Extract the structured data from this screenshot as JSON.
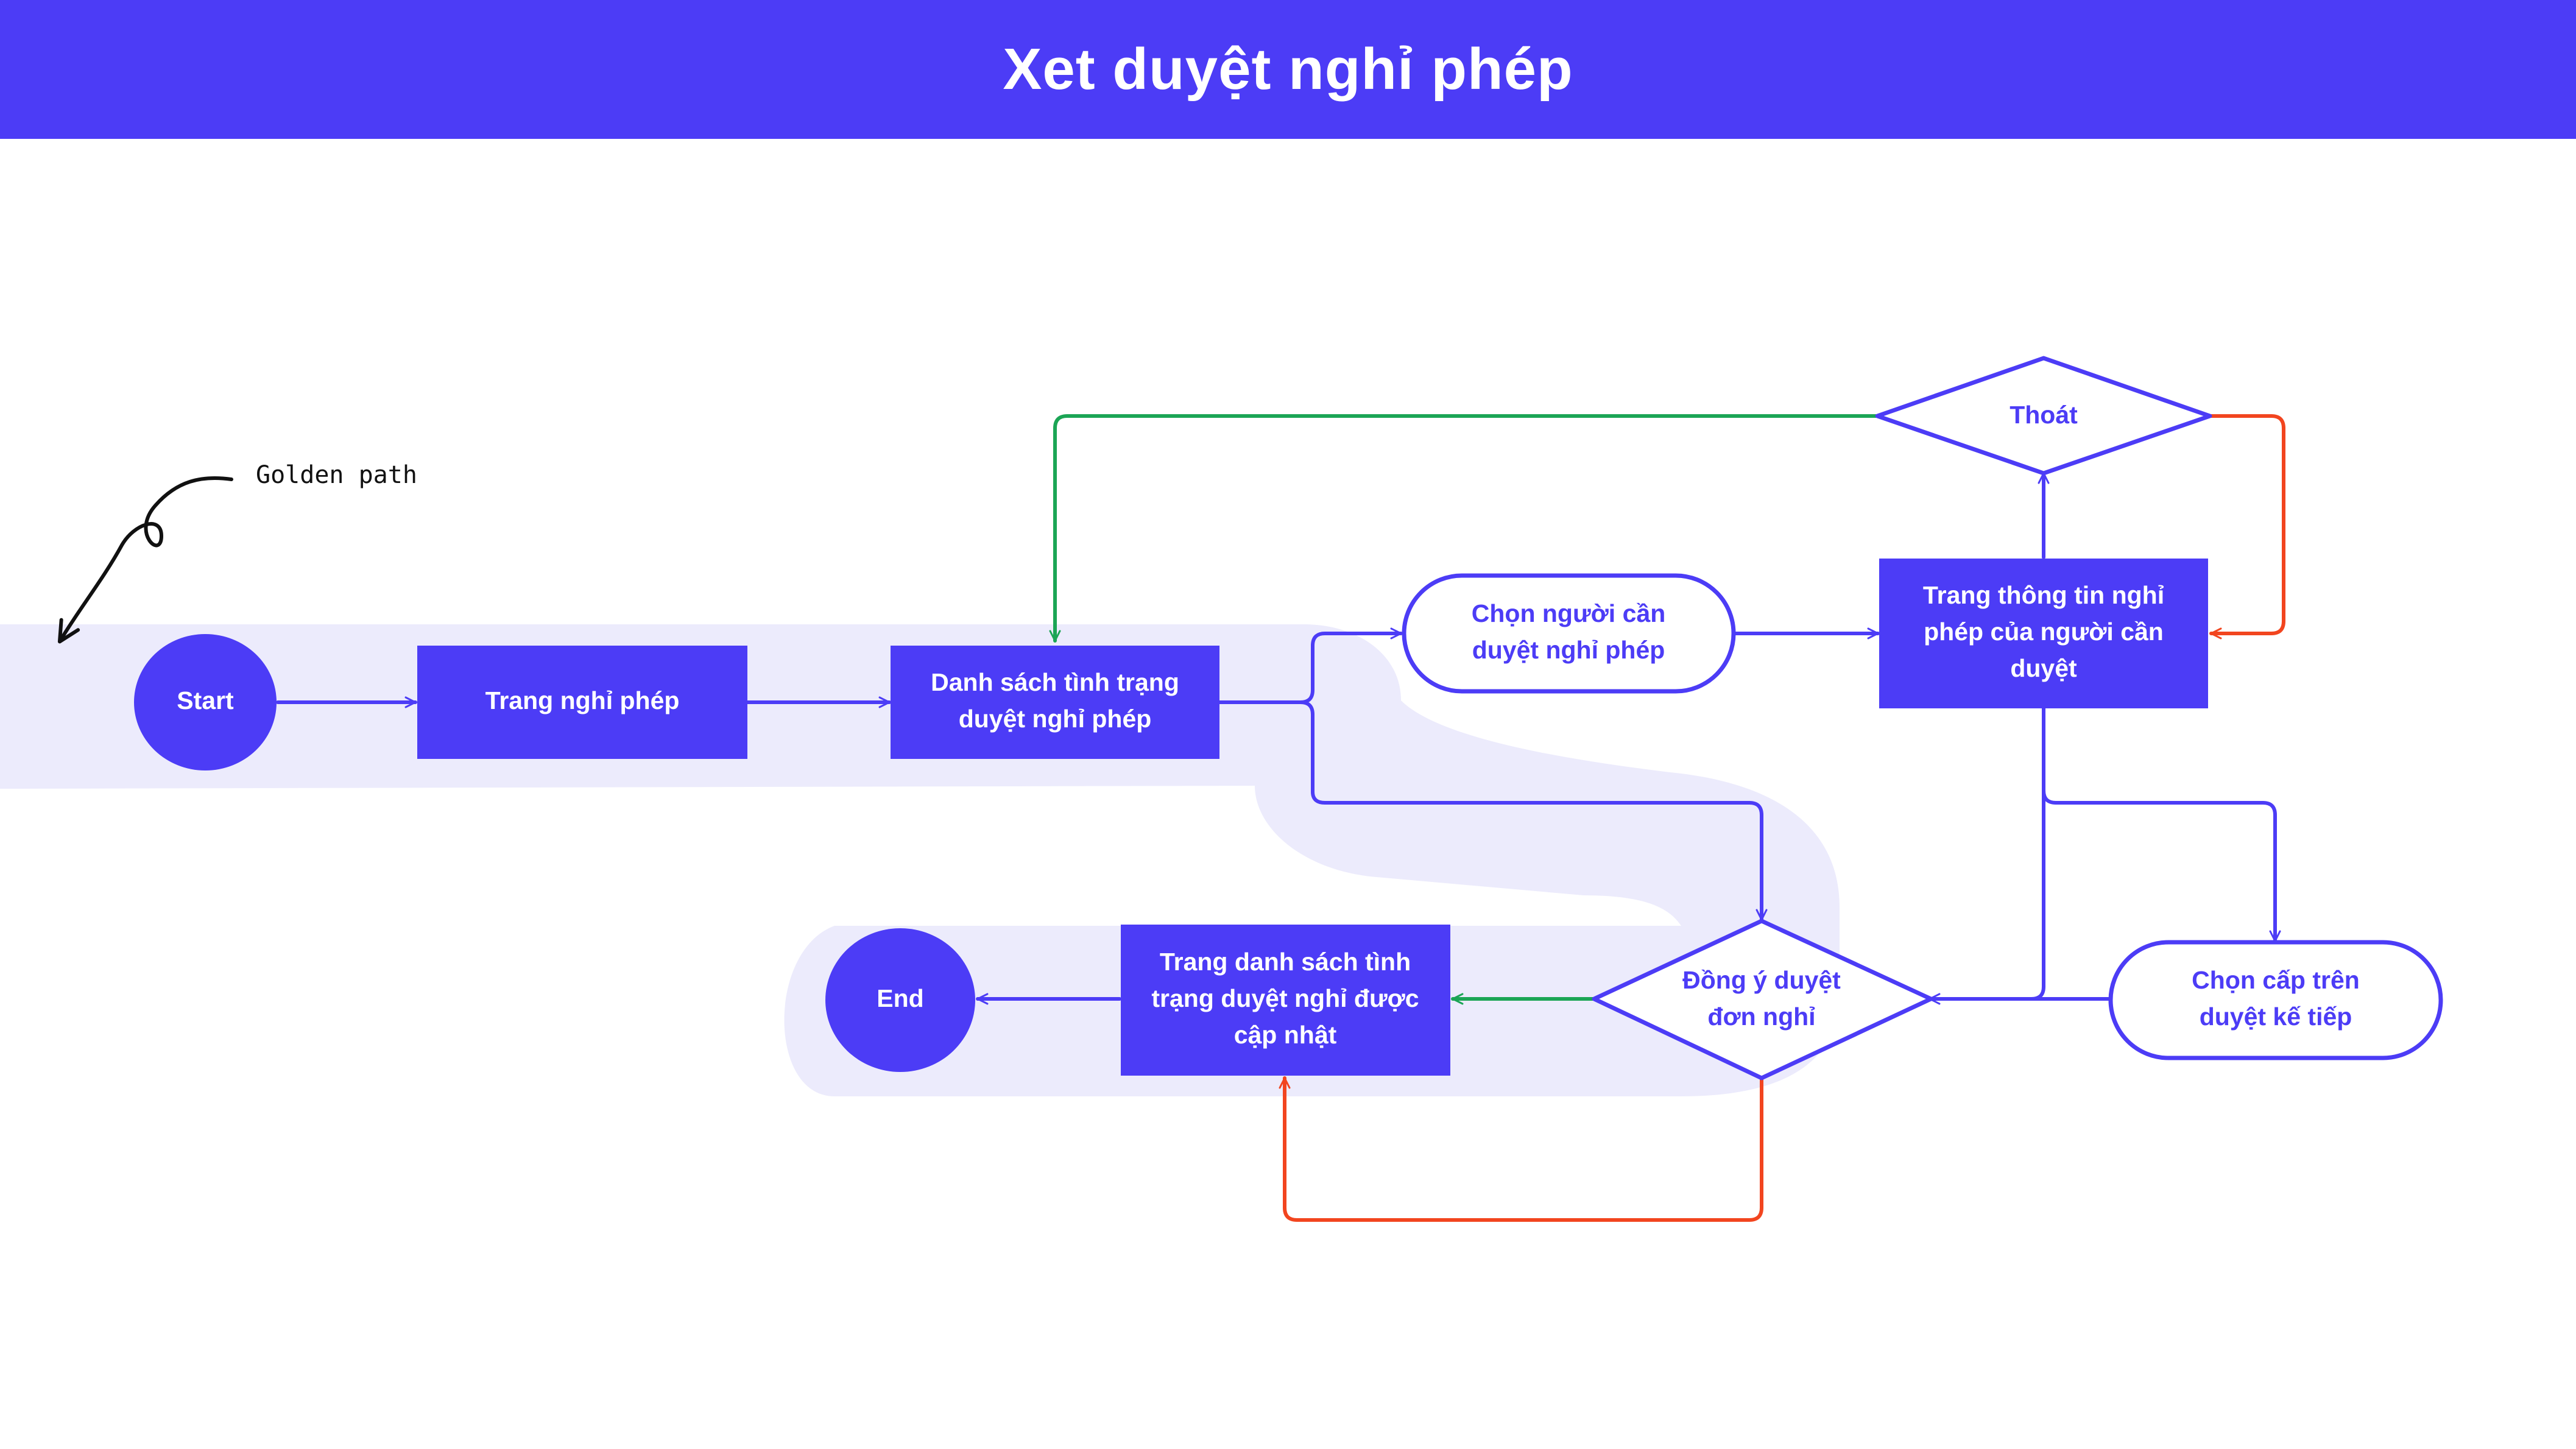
{
  "title": "Xet duyệt nghỉ phép",
  "annotation": "Golden path",
  "nodes": {
    "start": "Start",
    "trang_nghi_phep": "Trang nghỉ phép",
    "danh_sach": [
      "Danh sách tình trạng",
      "duyệt nghỉ phép"
    ],
    "chon_nguoi": [
      "Chọn người cần",
      "duyệt nghỉ phép"
    ],
    "trang_thong_tin": [
      "Trang thông tin nghỉ",
      "phép của người cần",
      "duyệt"
    ],
    "thoat": "Thoát",
    "dong_y": [
      "Đồng ý duyệt",
      "đơn nghỉ"
    ],
    "chon_cap_tren": [
      "Chọn cấp trên",
      "duyệt kế tiếp"
    ],
    "trang_danh_sach_cap_nhat": [
      "Trang danh sách tình",
      "trạng duyệt nghỉ được",
      "cập nhật"
    ],
    "end": "End"
  },
  "colors": {
    "primary": "#4C3CF6",
    "highlight": "#ECEBFC",
    "green": "#1BA555",
    "red": "#F2451F",
    "white": "#FFFFFF"
  }
}
